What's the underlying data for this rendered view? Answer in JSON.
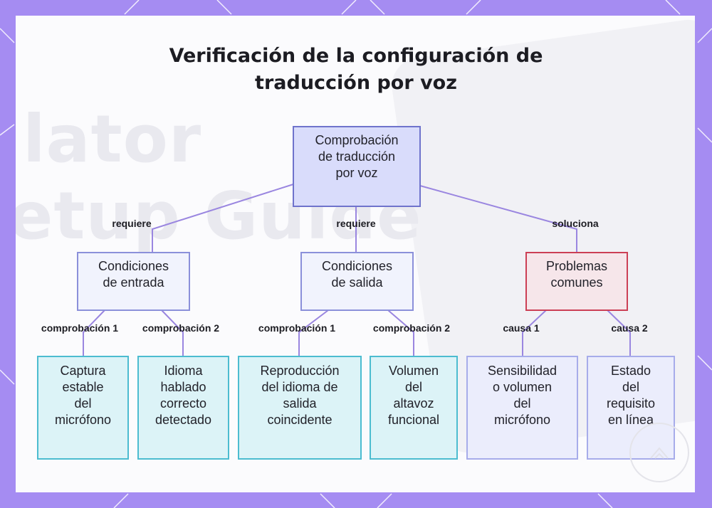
{
  "title": {
    "line1": "Verificación de la configuración de",
    "line2": "traducción por voz"
  },
  "background_text": {
    "line1": "lator",
    "line2": "etup Guide"
  },
  "nodes": {
    "root": {
      "lines": [
        "Comprobación",
        "de traducción",
        "por voz"
      ]
    },
    "input": {
      "lines": [
        "Condiciones",
        "de entrada"
      ]
    },
    "output": {
      "lines": [
        "Condiciones",
        "de salida"
      ]
    },
    "problems": {
      "lines": [
        "Problemas",
        "comunes"
      ]
    },
    "mic_capture": {
      "lines": [
        "Captura",
        "estable",
        "del",
        "micrófono"
      ]
    },
    "language_detected": {
      "lines": [
        "Idioma",
        "hablado",
        "correcto",
        "detectado"
      ]
    },
    "playback": {
      "lines": [
        "Reproducción",
        "del idioma de",
        "salida",
        "coincidente"
      ]
    },
    "speaker_volume": {
      "lines": [
        "Volumen",
        "del",
        "altavoz",
        "funcional"
      ]
    },
    "mic_sensitivity": {
      "lines": [
        "Sensibilidad",
        "o volumen",
        "del",
        "micrófono"
      ]
    },
    "online": {
      "lines": [
        "Estado",
        "del",
        "requisito",
        "en línea"
      ]
    }
  },
  "edges": {
    "root_input": "requiere",
    "root_output": "requiere",
    "root_problems": "soluciona",
    "input_mic": "comprobación 1",
    "input_lang": "comprobación 2",
    "output_play": "comprobación 1",
    "output_vol": "comprobación 2",
    "problems_sens": "causa 1",
    "problems_online": "causa 2"
  },
  "colors": {
    "frame": "#a58cf2",
    "line": "#9a86e0",
    "root_fill": "#d9dcfb",
    "problem_border": "#cc3f55",
    "check_border": "#4cbcd0"
  }
}
